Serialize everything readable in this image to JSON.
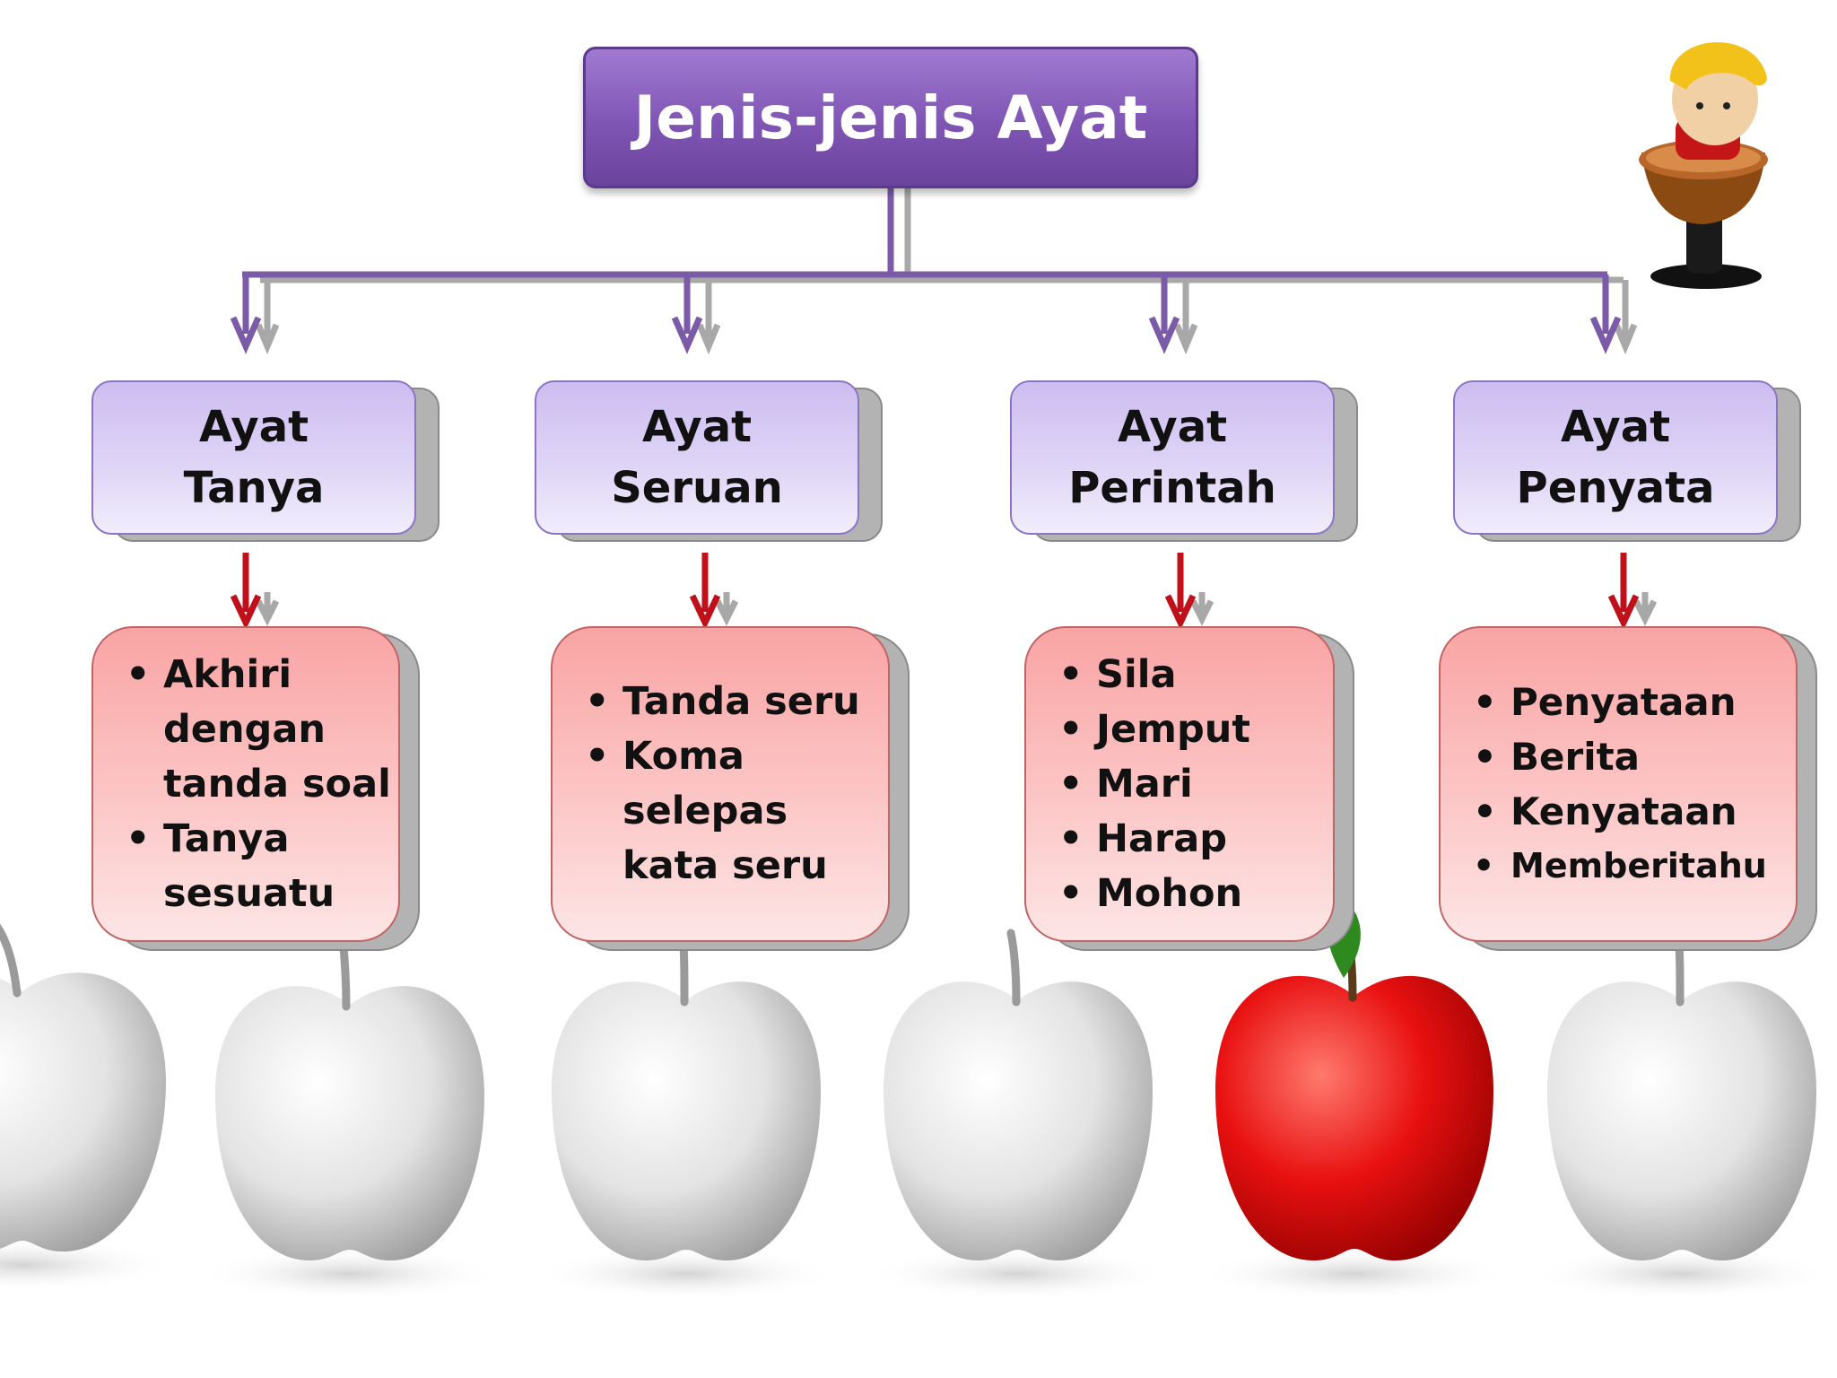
{
  "title": "Jenis-jenis Ayat",
  "categories": [
    {
      "name_line1": "Ayat",
      "name_line2": "Tanya",
      "items": [
        "Akhiri dengan tanda soal",
        "Tanya sesuatu"
      ]
    },
    {
      "name_line1": "Ayat",
      "name_line2": "Seruan",
      "items": [
        "Tanda seru",
        "Koma selepas kata seru"
      ]
    },
    {
      "name_line1": "Ayat",
      "name_line2": "Perintah",
      "items": [
        "Sila",
        "Jemput",
        "Mari",
        "Harap",
        "Mohon"
      ]
    },
    {
      "name_line1": "Ayat",
      "name_line2": "Penyata",
      "items": [
        "Penyataan",
        "Berita",
        "Kenyataan",
        "Memberitahu"
      ]
    }
  ],
  "colors": {
    "title_fill": "#7f55b4",
    "type_fill": "#ded4f6",
    "desc_fill": "#fcc6c6",
    "connector": "#7b5ba8",
    "arrow_red": "#c0101a",
    "apple_red": "#e01010",
    "apple_white": "#e6e6e6"
  },
  "decorations": {
    "mascot": "cartoon-boy-writing-icon",
    "apples": [
      "white-apple-icon",
      "white-apple-icon",
      "white-apple-icon",
      "white-apple-icon",
      "white-apple-icon",
      "red-apple-icon",
      "white-apple-icon"
    ]
  }
}
